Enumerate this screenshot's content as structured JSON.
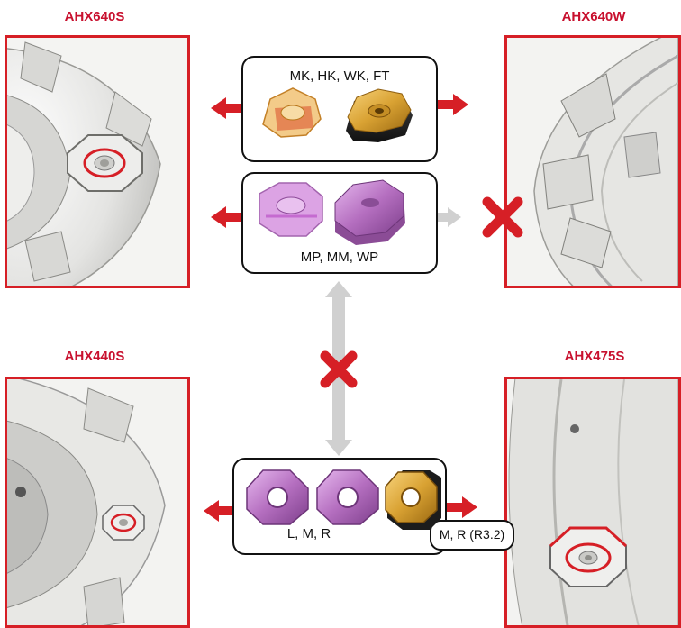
{
  "cutters": {
    "top_left": {
      "title": "AHX640S"
    },
    "top_right": {
      "title": "AHX640W"
    },
    "bottom_left": {
      "title": "AHX440S"
    },
    "bottom_right": {
      "title": "AHX475S"
    }
  },
  "insert_groups": {
    "top": {
      "label": "MK, HK, WK, FT"
    },
    "middle": {
      "label": "MP, MM, WP"
    },
    "bottom": {
      "label": "L, M, R",
      "sub_label": "M, R (R3.2)"
    }
  },
  "colors": {
    "accent_red": "#d61f26",
    "arrow_gray": "#d0d0d0",
    "insert_purple": "#b56fc0",
    "insert_gold": "#d9a233",
    "insert_black": "#222222"
  }
}
